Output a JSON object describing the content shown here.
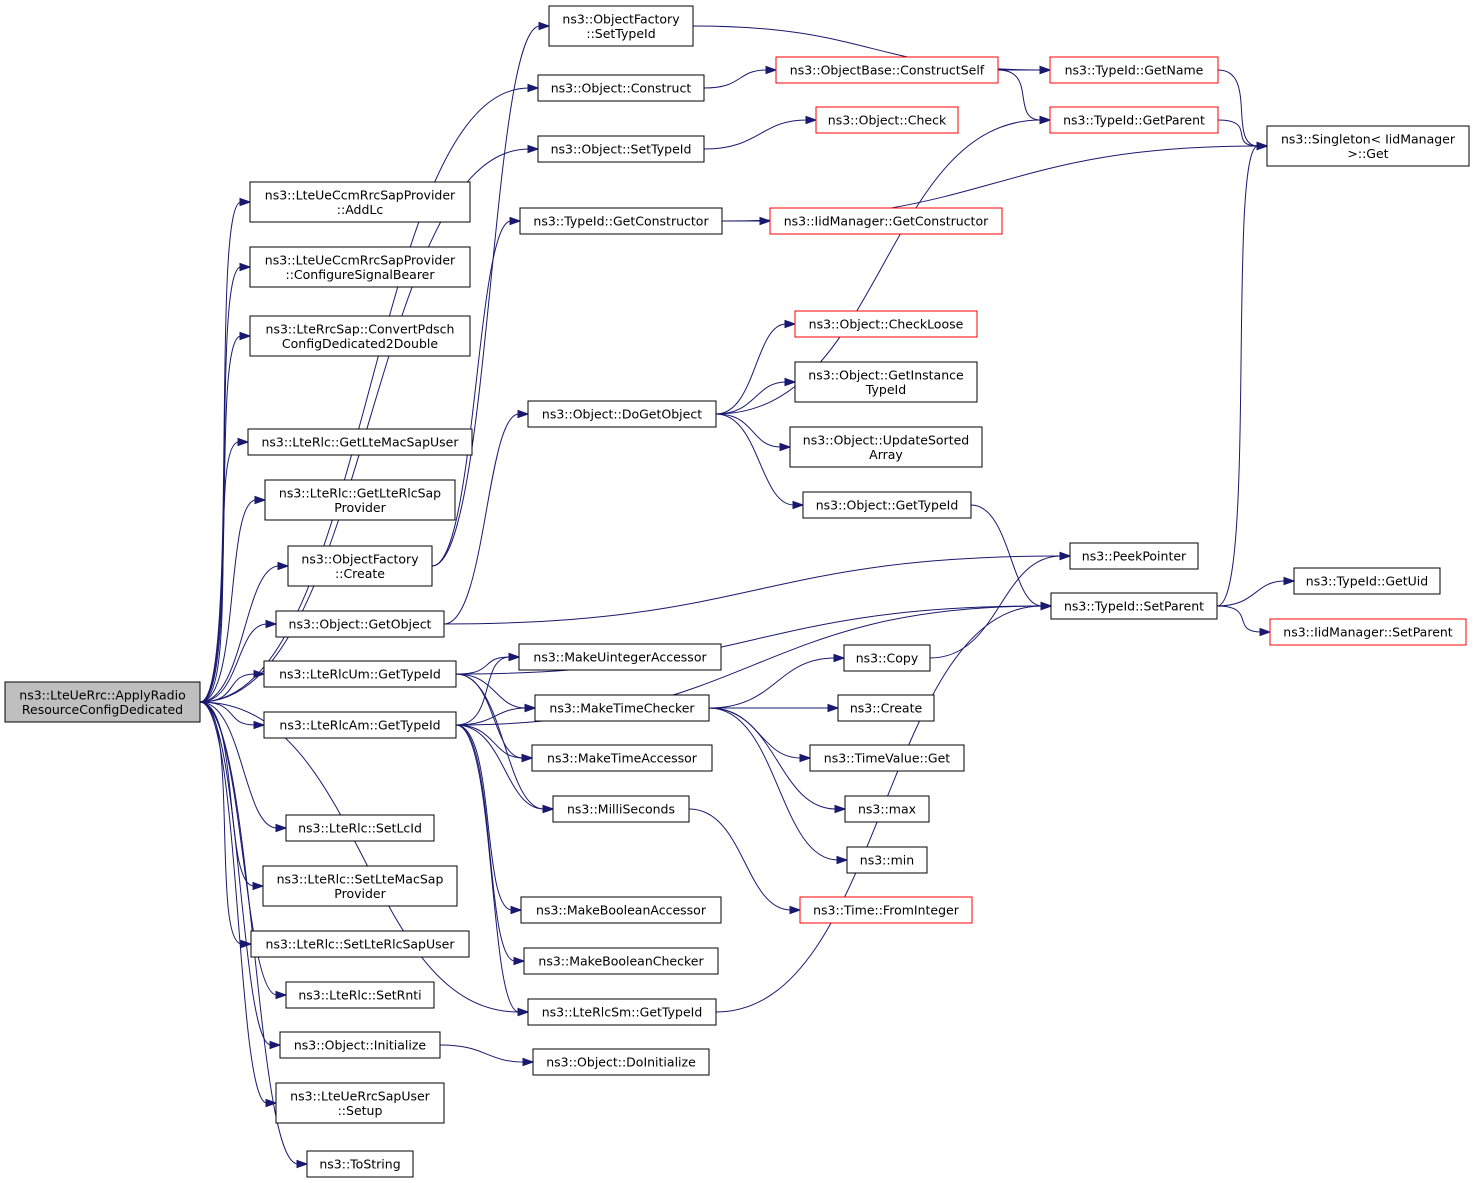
{
  "colors": {
    "edge": "#191970",
    "node_border": "#000000",
    "node_border_red": "#ff0000",
    "root_fill": "#bfbfbf",
    "node_fill": "#ffffff"
  },
  "nodes": [
    {
      "id": "root",
      "lines": [
        "ns3::LteUeRrc::ApplyRadio",
        "ResourceConfigDedicated"
      ],
      "root": true
    },
    {
      "id": "addlc",
      "lines": [
        "ns3::LteUeCcmRrcSapProvider",
        "::AddLc"
      ]
    },
    {
      "id": "configsig",
      "lines": [
        "ns3::LteUeCcmRrcSapProvider",
        "::ConfigureSignalBearer"
      ]
    },
    {
      "id": "convpdsch",
      "lines": [
        "ns3::LteRrcSap::ConvertPdsch",
        "ConfigDedicated2Double"
      ]
    },
    {
      "id": "getltemac",
      "lines": [
        "ns3::LteRlc::GetLteMacSapUser"
      ]
    },
    {
      "id": "getlterlc",
      "lines": [
        "ns3::LteRlc::GetLteRlcSap",
        "Provider"
      ]
    },
    {
      "id": "ofcreate",
      "lines": [
        "ns3::ObjectFactory",
        "::Create"
      ]
    },
    {
      "id": "objgetobj",
      "lines": [
        "ns3::Object::GetObject"
      ]
    },
    {
      "id": "umgettid",
      "lines": [
        "ns3::LteRlcUm::GetTypeId"
      ]
    },
    {
      "id": "amgettid",
      "lines": [
        "ns3::LteRlcAm::GetTypeId"
      ]
    },
    {
      "id": "setlcid",
      "lines": [
        "ns3::LteRlc::SetLcId"
      ]
    },
    {
      "id": "setltemac",
      "lines": [
        "ns3::LteRlc::SetLteMacSap",
        "Provider"
      ]
    },
    {
      "id": "setlterlc",
      "lines": [
        "ns3::LteRlc::SetLteRlcSapUser"
      ]
    },
    {
      "id": "setrnti",
      "lines": [
        "ns3::LteRlc::SetRnti"
      ]
    },
    {
      "id": "objinit",
      "lines": [
        "ns3::Object::Initialize"
      ]
    },
    {
      "id": "setup",
      "lines": [
        "ns3::LteUeRrcSapUser",
        "::Setup"
      ]
    },
    {
      "id": "tostring",
      "lines": [
        "ns3::ToString"
      ]
    },
    {
      "id": "ofsettid",
      "lines": [
        "ns3::ObjectFactory",
        "::SetTypeId"
      ]
    },
    {
      "id": "objconstruct",
      "lines": [
        "ns3::Object::Construct"
      ]
    },
    {
      "id": "objsettid",
      "lines": [
        "ns3::Object::SetTypeId"
      ]
    },
    {
      "id": "tidgetctor",
      "lines": [
        "ns3::TypeId::GetConstructor"
      ]
    },
    {
      "id": "objdogetobj",
      "lines": [
        "ns3::Object::DoGetObject"
      ]
    },
    {
      "id": "makeuint",
      "lines": [
        "ns3::MakeUintegerAccessor"
      ]
    },
    {
      "id": "maketimechk",
      "lines": [
        "ns3::MakeTimeChecker"
      ]
    },
    {
      "id": "maketimeacc",
      "lines": [
        "ns3::MakeTimeAccessor"
      ]
    },
    {
      "id": "millisec",
      "lines": [
        "ns3::MilliSeconds"
      ]
    },
    {
      "id": "makeboolacc",
      "lines": [
        "ns3::MakeBooleanAccessor"
      ]
    },
    {
      "id": "makeboolchk",
      "lines": [
        "ns3::MakeBooleanChecker"
      ]
    },
    {
      "id": "smgettid",
      "lines": [
        "ns3::LteRlcSm::GetTypeId"
      ]
    },
    {
      "id": "objdoinit",
      "lines": [
        "ns3::Object::DoInitialize"
      ]
    },
    {
      "id": "obconstructself",
      "lines": [
        "ns3::ObjectBase::ConstructSelf"
      ],
      "red": true
    },
    {
      "id": "objcheck",
      "lines": [
        "ns3::Object::Check"
      ],
      "red": true
    },
    {
      "id": "iidgetctor",
      "lines": [
        "ns3::IidManager::GetConstructor"
      ],
      "red": true
    },
    {
      "id": "objcheckloose",
      "lines": [
        "ns3::Object::CheckLoose"
      ],
      "red": true
    },
    {
      "id": "objgetinst",
      "lines": [
        "ns3::Object::GetInstance",
        "TypeId"
      ]
    },
    {
      "id": "objupdsorted",
      "lines": [
        "ns3::Object::UpdateSorted",
        "Array"
      ]
    },
    {
      "id": "objgettid",
      "lines": [
        "ns3::Object::GetTypeId"
      ]
    },
    {
      "id": "copy",
      "lines": [
        "ns3::Copy"
      ]
    },
    {
      "id": "create",
      "lines": [
        "ns3::Create"
      ]
    },
    {
      "id": "timevalget",
      "lines": [
        "ns3::TimeValue::Get"
      ]
    },
    {
      "id": "max",
      "lines": [
        "ns3::max"
      ]
    },
    {
      "id": "min",
      "lines": [
        "ns3::min"
      ]
    },
    {
      "id": "timefromint",
      "lines": [
        "ns3::Time::FromInteger"
      ],
      "red": true
    },
    {
      "id": "tidgetname",
      "lines": [
        "ns3::TypeId::GetName"
      ],
      "red": true
    },
    {
      "id": "tidgetparent",
      "lines": [
        "ns3::TypeId::GetParent"
      ],
      "red": true
    },
    {
      "id": "peekptr",
      "lines": [
        "ns3::PeekPointer"
      ]
    },
    {
      "id": "tidsetparent",
      "lines": [
        "ns3::TypeId::SetParent"
      ]
    },
    {
      "id": "singleton",
      "lines": [
        "ns3::Singleton< IidManager",
        ">::Get"
      ]
    },
    {
      "id": "tidgetuid",
      "lines": [
        "ns3::TypeId::GetUid"
      ]
    },
    {
      "id": "iidsetparent",
      "lines": [
        "ns3::IidManager::SetParent"
      ],
      "red": true
    }
  ],
  "edges": [
    [
      "root",
      "addlc"
    ],
    [
      "root",
      "configsig"
    ],
    [
      "root",
      "convpdsch"
    ],
    [
      "root",
      "getltemac"
    ],
    [
      "root",
      "getlterlc"
    ],
    [
      "root",
      "ofcreate"
    ],
    [
      "root",
      "objgetobj"
    ],
    [
      "root",
      "umgettid"
    ],
    [
      "root",
      "amgettid"
    ],
    [
      "root",
      "setlcid"
    ],
    [
      "root",
      "setltemac"
    ],
    [
      "root",
      "setlterlc"
    ],
    [
      "root",
      "setrnti"
    ],
    [
      "root",
      "objinit"
    ],
    [
      "root",
      "setup"
    ],
    [
      "root",
      "tostring"
    ],
    [
      "root",
      "objconstruct"
    ],
    [
      "root",
      "objsettid"
    ],
    [
      "root",
      "smgettid"
    ],
    [
      "ofcreate",
      "ofsettid"
    ],
    [
      "ofcreate",
      "tidgetctor"
    ],
    [
      "objgetobj",
      "objdogetobj"
    ],
    [
      "objgetobj",
      "peekptr"
    ],
    [
      "umgettid",
      "makeuint"
    ],
    [
      "umgettid",
      "maketimechk"
    ],
    [
      "umgettid",
      "maketimeacc"
    ],
    [
      "umgettid",
      "millisec"
    ],
    [
      "umgettid",
      "tidsetparent"
    ],
    [
      "amgettid",
      "makeuint"
    ],
    [
      "amgettid",
      "maketimechk"
    ],
    [
      "amgettid",
      "maketimeacc"
    ],
    [
      "amgettid",
      "millisec"
    ],
    [
      "amgettid",
      "makeboolacc"
    ],
    [
      "amgettid",
      "makeboolchk"
    ],
    [
      "amgettid",
      "tidsetparent"
    ],
    [
      "amgettid",
      "smgettid"
    ],
    [
      "objinit",
      "objdoinit"
    ],
    [
      "ofsettid",
      "tidgetname"
    ],
    [
      "objconstruct",
      "obconstructself"
    ],
    [
      "objsettid",
      "objcheck"
    ],
    [
      "tidgetctor",
      "iidgetctor"
    ],
    [
      "tidgetctor",
      "singleton"
    ],
    [
      "objdogetobj",
      "tidgetparent"
    ],
    [
      "objdogetobj",
      "objcheckloose"
    ],
    [
      "objdogetobj",
      "objgetinst"
    ],
    [
      "objdogetobj",
      "objupdsorted"
    ],
    [
      "objdogetobj",
      "objgettid"
    ],
    [
      "maketimechk",
      "copy"
    ],
    [
      "maketimechk",
      "create"
    ],
    [
      "maketimechk",
      "timevalget"
    ],
    [
      "maketimechk",
      "max"
    ],
    [
      "maketimechk",
      "min"
    ],
    [
      "millisec",
      "timefromint"
    ],
    [
      "smgettid",
      "tidsetparent"
    ],
    [
      "obconstructself",
      "tidgetname"
    ],
    [
      "obconstructself",
      "tidgetparent"
    ],
    [
      "objgettid",
      "tidsetparent"
    ],
    [
      "copy",
      "peekptr"
    ],
    [
      "tidgetname",
      "singleton"
    ],
    [
      "tidgetparent",
      "singleton"
    ],
    [
      "tidsetparent",
      "singleton"
    ],
    [
      "tidsetparent",
      "tidgetuid"
    ],
    [
      "tidsetparent",
      "iidsetparent"
    ]
  ]
}
